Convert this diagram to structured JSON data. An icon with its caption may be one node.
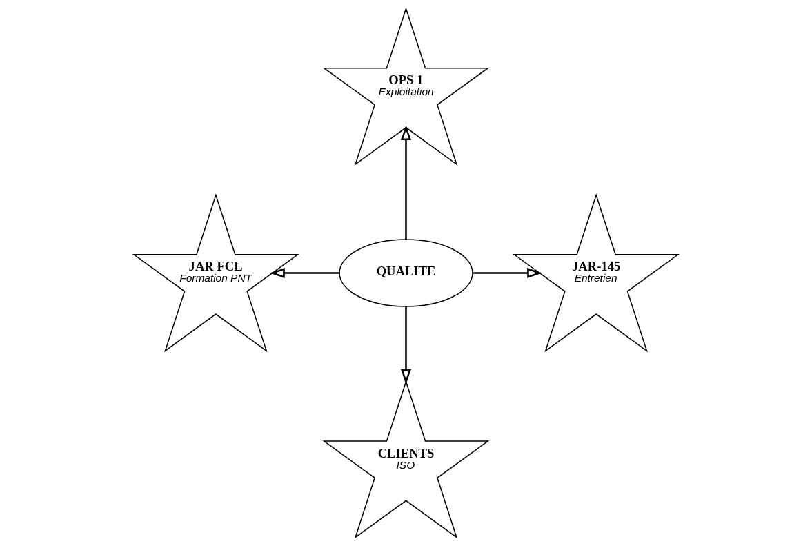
{
  "diagram": {
    "nodes": [
      {
        "text": [
          "OPS 1",
          "Exploitation"
        ]
      },
      {
        "text": [
          "JAR FCL",
          "Formation PNT"
        ]
      },
      {
        "text": [
          "QUALITE"
        ]
      },
      {
        "text": [
          "JAR-145",
          "Entretien"
        ]
      },
      {
        "text": [
          "CLIENTS",
          "ISO"
        ]
      }
    ],
    "edges": [
      {
        "from": 2,
        "to": 0,
        "arrow": "to"
      },
      {
        "from": 2,
        "to": 1,
        "arrow": "to"
      },
      {
        "from": 2,
        "to": 3,
        "arrow": "to"
      },
      {
        "from": 2,
        "to": 4,
        "arrow": "to"
      }
    ]
  }
}
